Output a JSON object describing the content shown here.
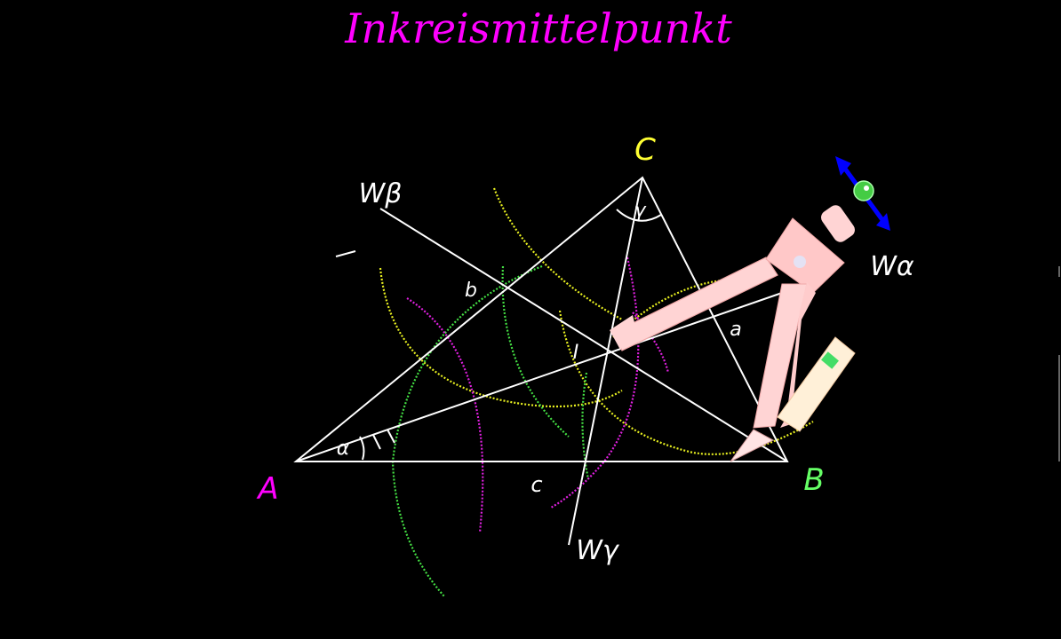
{
  "title": "Inkreismittelpunkt",
  "vertices": {
    "A": "A",
    "B": "B",
    "C": "C"
  },
  "sides": {
    "a": "a",
    "b": "b",
    "c": "c"
  },
  "angles": {
    "alpha": "α",
    "gamma": "γ"
  },
  "bisectors": {
    "w_alpha": "Wα",
    "w_beta": "Wβ",
    "w_gamma": "Wγ"
  },
  "incenter": "I",
  "colors": {
    "background": "#000000",
    "title": "#ff00ff",
    "vertex_A": "#ff00ff",
    "vertex_B": "#66ff66",
    "vertex_C": "#ffff33",
    "lines": "#ffffff",
    "arc_yellow": "#e8f020",
    "arc_green": "#44e044",
    "arc_magenta": "#e020e0",
    "compass": "#ffd4d4",
    "resize_handle": "#0000ff",
    "rotate_handle": "#44cc44"
  },
  "tool": {
    "compass_icon": "compass-icon",
    "move_handle": "move-arrows-icon",
    "rotate_handle": "rotate-handle-icon"
  }
}
